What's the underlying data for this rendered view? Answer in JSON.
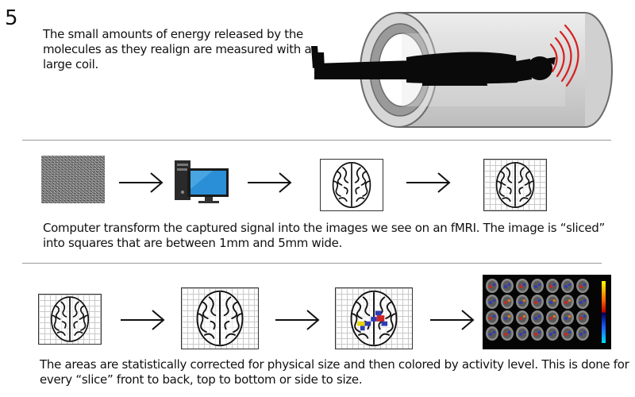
{
  "step": {
    "number": "5"
  },
  "captions": {
    "scanner": "The small amounts of energy released by the molecules as they realign are measured with a large coil.",
    "transform": "Computer transform the captured signal into the images we see on an fMRI. The image is “sliced” into squares that are between 1mm and 5mm wide.",
    "correction": "The areas are statistically corrected for physical size and then colored by activity level. This is done for every “slice” front to back, top to bottom or side to size."
  },
  "icons": {
    "scanner": "mri-scanner-icon",
    "person": "lying-person-icon",
    "signal": "signal-waves-icon",
    "noise": "raw-signal-noise-icon",
    "computer": "computer-icon",
    "brain": "brain-icon",
    "arrow": "right-arrow-icon"
  },
  "colors": {
    "signal": "#d62020",
    "scanner_body": "#d8d8d8",
    "activity_blue": "#2e3bb8",
    "activity_red": "#d02424",
    "activity_yellow": "#e8d400",
    "screen": "#2a8fd6"
  }
}
